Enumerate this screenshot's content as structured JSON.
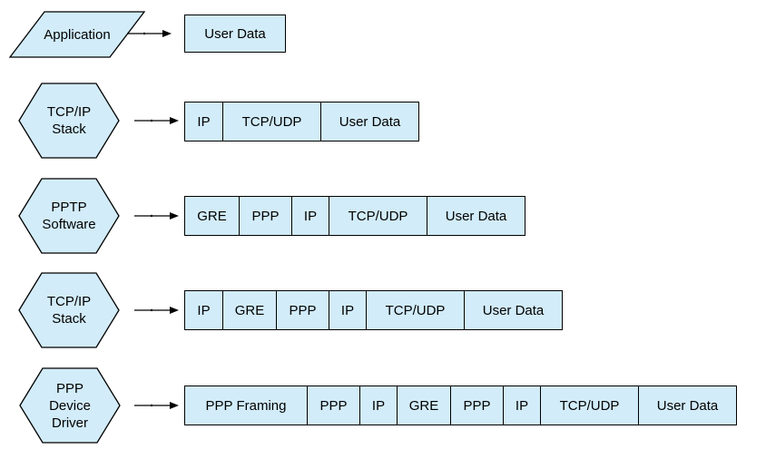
{
  "colors": {
    "shape_fill": "#D2ECF9",
    "shape_border": "#000000",
    "text": "#000000",
    "background": "#FFFFFF"
  },
  "icons": {
    "flow_arrow": "right-arrow-icon"
  },
  "rows": [
    {
      "shape_type": "parallelogram",
      "shape_lines": [
        "Application"
      ],
      "segments": [
        "User Data"
      ]
    },
    {
      "shape_type": "hexagon",
      "shape_lines": [
        "TCP/IP",
        "Stack"
      ],
      "segments": [
        "IP",
        "TCP/UDP",
        "User Data"
      ]
    },
    {
      "shape_type": "hexagon",
      "shape_lines": [
        "PPTP",
        "Software"
      ],
      "segments": [
        "GRE",
        "PPP",
        "IP",
        "TCP/UDP",
        "User Data"
      ]
    },
    {
      "shape_type": "hexagon",
      "shape_lines": [
        "TCP/IP",
        "Stack"
      ],
      "segments": [
        "IP",
        "GRE",
        "PPP",
        "IP",
        "TCP/UDP",
        "User Data"
      ]
    },
    {
      "shape_type": "hexagon",
      "shape_lines": [
        "PPP",
        "Device",
        "Driver"
      ],
      "segments": [
        "PPP Framing",
        "PPP",
        "IP",
        "GRE",
        "PPP",
        "IP",
        "TCP/UDP",
        "User Data"
      ]
    }
  ]
}
